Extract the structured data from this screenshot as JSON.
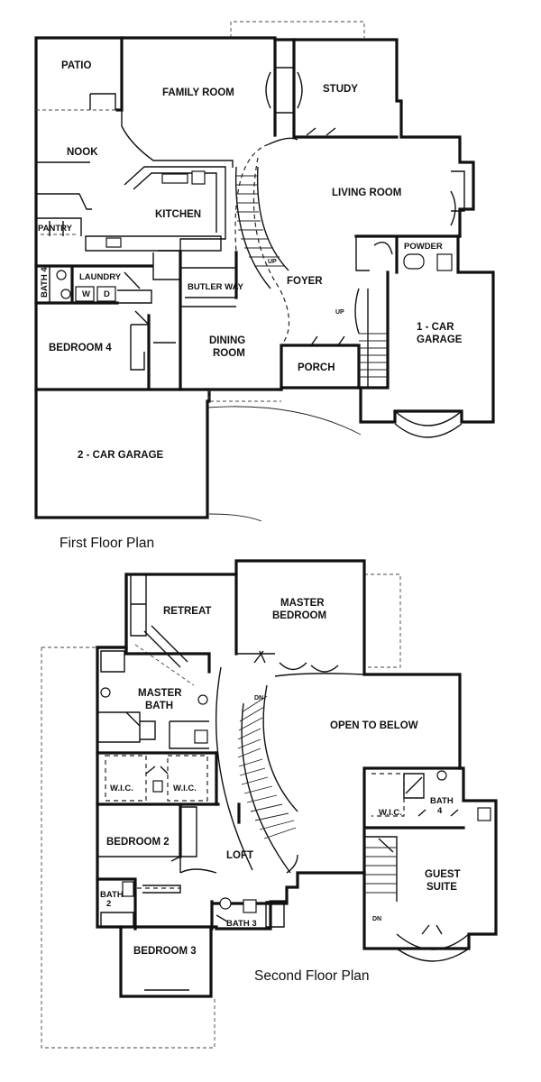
{
  "first_floor": {
    "caption": "First Floor Plan",
    "rooms": {
      "patio": "PATIO",
      "family_room": "FAMILY ROOM",
      "study": "STUDY",
      "nook": "NOOK",
      "living_room": "LIVING ROOM",
      "kitchen": "KITCHEN",
      "pantry": "PANTRY",
      "powder": "POWDER",
      "bath_4": "BATH 4",
      "laundry": "LAUNDRY",
      "washer": "W",
      "dryer": "D",
      "butler_way": "BUTLER WAY",
      "foyer": "FOYER",
      "up_stair_main": "UP",
      "up_stair_side": "UP",
      "garage_1_line1": "1 - CAR",
      "garage_1_line2": "GARAGE",
      "bedroom_4": "BEDROOM 4",
      "dining_line1": "DINING",
      "dining_line2": "ROOM",
      "porch": "PORCH",
      "garage_2": "2 - CAR GARAGE"
    }
  },
  "second_floor": {
    "caption": "Second Floor Plan",
    "rooms": {
      "retreat": "RETREAT",
      "master_line1": "MASTER",
      "master_line2": "BEDROOM",
      "master_bath_line1": "MASTER",
      "master_bath_line2": "BATH",
      "dn_main": "DN",
      "open_to_below": "OPEN TO BELOW",
      "wic_left": "W.I.C.",
      "wic_mid": "W.I.C.",
      "wic_right": "W.I.C.",
      "bath_4_line1": "BATH",
      "bath_4_line2": "4",
      "bedroom_2": "BEDROOM 2",
      "loft": "LOFT",
      "guest_line1": "GUEST",
      "guest_line2": "SUITE",
      "bath_2_line1": "BATH",
      "bath_2_line2": "2",
      "bath_3": "BATH 3",
      "dn_side": "DN",
      "bedroom_3": "BEDROOM 3"
    }
  }
}
